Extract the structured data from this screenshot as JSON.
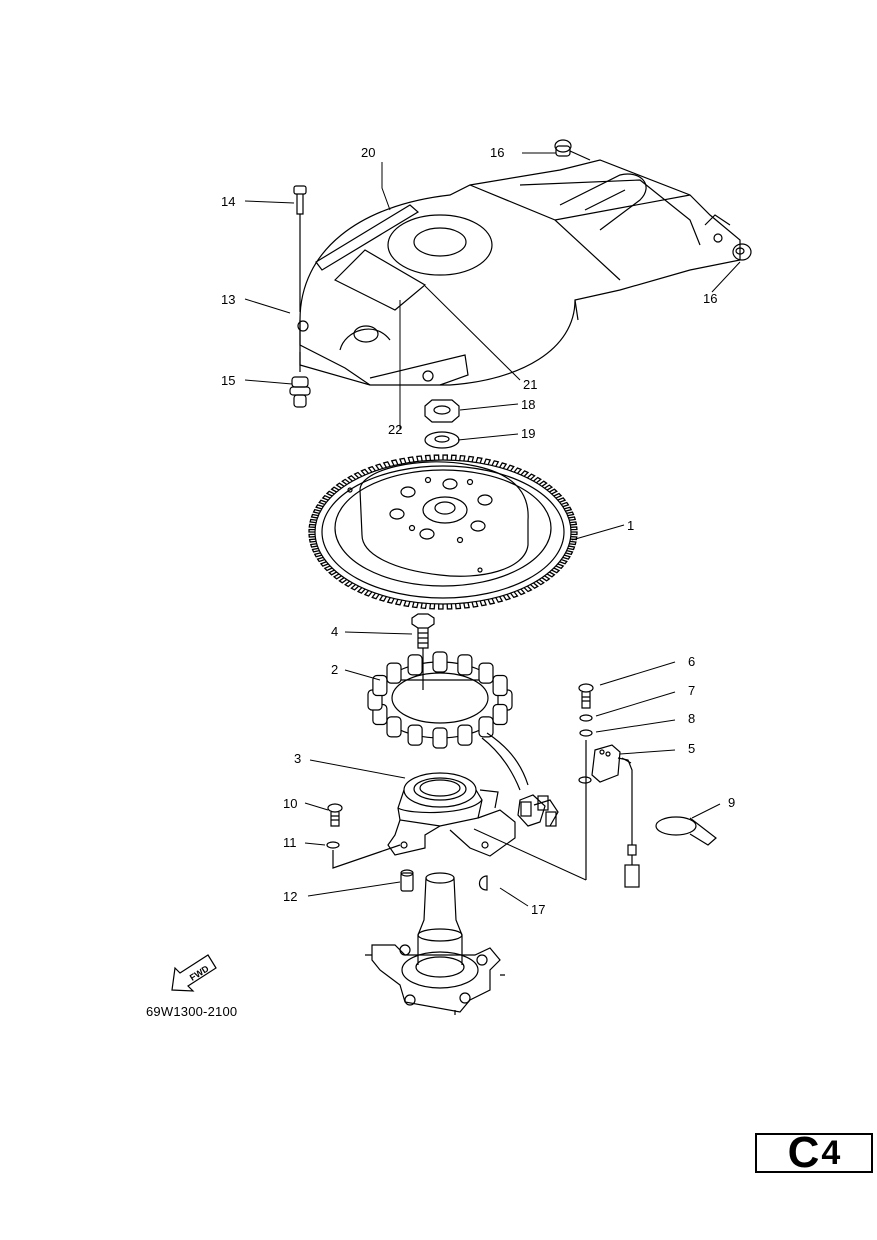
{
  "diagram": {
    "part_code": "69W1300-2100",
    "fwd_label": "FWD",
    "section": {
      "letter": "C",
      "number": "4"
    },
    "callouts": {
      "c1": "1",
      "c2": "2",
      "c3": "3",
      "c4": "4",
      "c5": "5",
      "c6": "6",
      "c7": "7",
      "c8": "8",
      "c9": "9",
      "c10": "10",
      "c11": "11",
      "c12": "12",
      "c13": "13",
      "c14": "14",
      "c15": "15",
      "c16a": "16",
      "c16b": "16",
      "c17": "17",
      "c18": "18",
      "c19": "19",
      "c20": "20",
      "c21": "21",
      "c22": "22"
    }
  }
}
